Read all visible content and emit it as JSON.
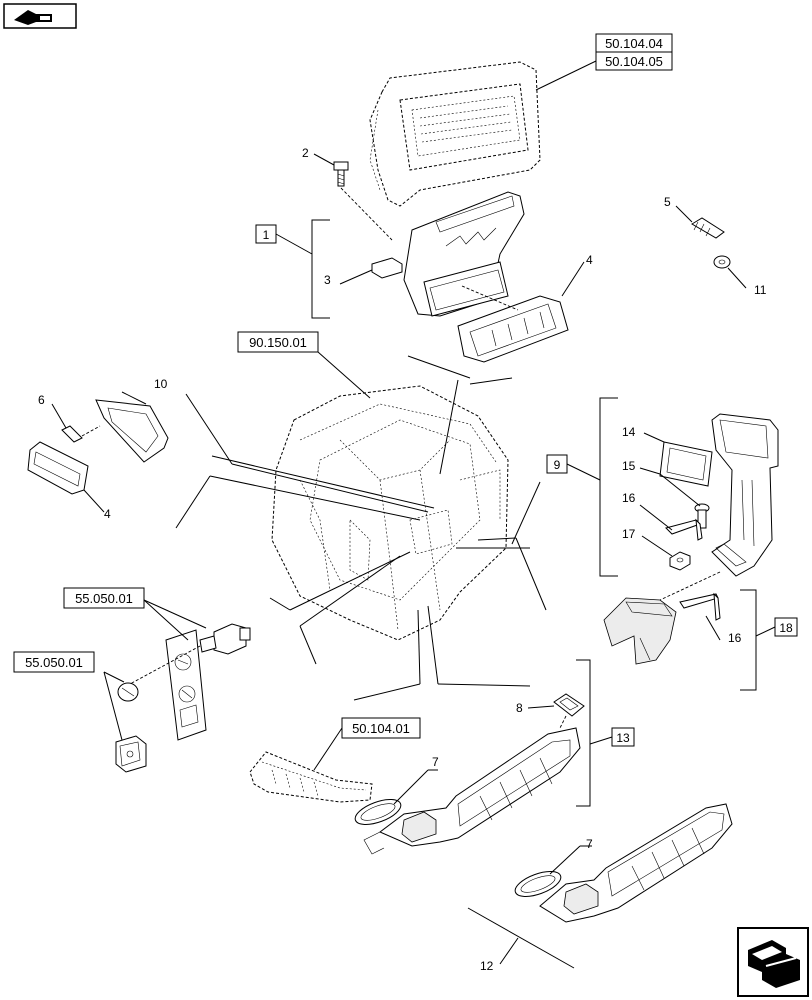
{
  "references": {
    "r1": "50.104.04",
    "r2": "50.104.05",
    "r3": "90.150.01",
    "r4": "55.050.01",
    "r5": "55.050.01",
    "r6": "50.104.01"
  },
  "boxed_items": {
    "b1": "1",
    "b9": "9",
    "b13": "13",
    "b18": "18"
  },
  "callouts": {
    "c2": "2",
    "c3": "3",
    "c4a": "4",
    "c4b": "4",
    "c5": "5",
    "c6": "6",
    "c7a": "7",
    "c7b": "7",
    "c8": "8",
    "c10": "10",
    "c11": "11",
    "c12": "12",
    "c14": "14",
    "c15": "15",
    "c16a": "16",
    "c16b": "16",
    "c17": "17"
  },
  "icons": {
    "top_left": "previous-page-icon",
    "bottom_right": "next-page-icon"
  }
}
